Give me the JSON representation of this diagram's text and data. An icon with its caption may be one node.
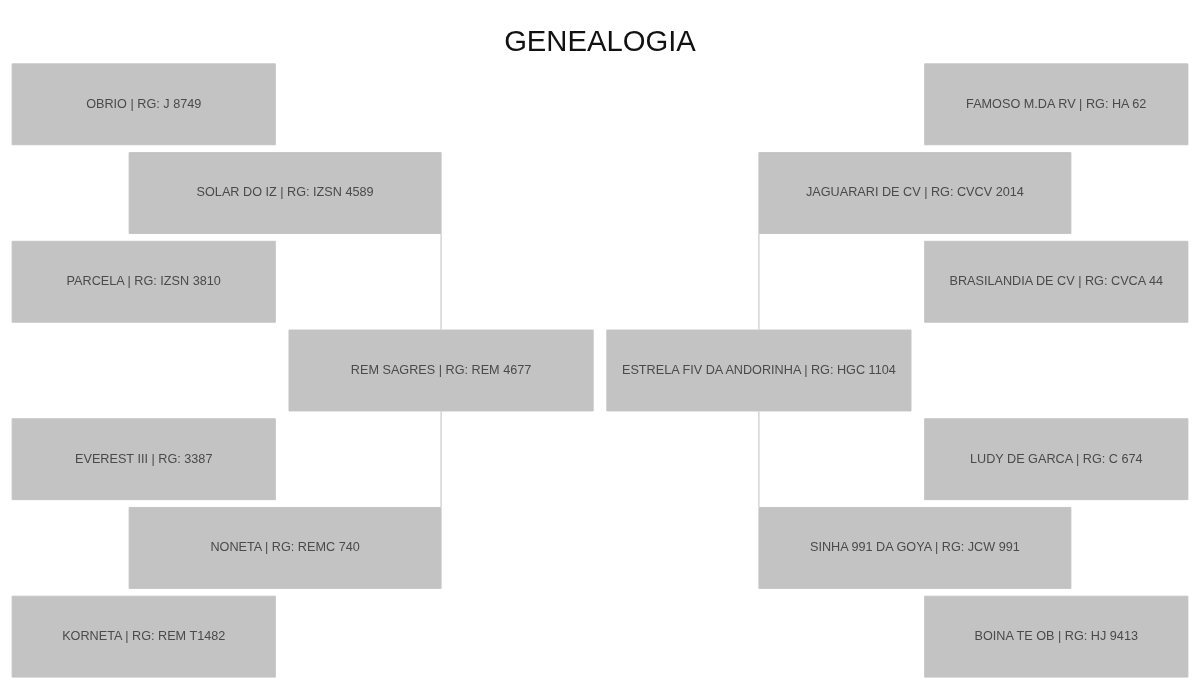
{
  "diagram": {
    "title": "GENEALOGIA",
    "nodes": [
      {
        "text": [
          "OBRIO | RG: J 8749"
        ]
      },
      {
        "text": [
          "FAMOSO M.DA RV | RG: HA 62"
        ]
      },
      {
        "text": [
          "SOLAR DO IZ | RG: IZSN 4589"
        ]
      },
      {
        "text": [
          "JAGUARARI DE CV | RG: CVCV 2014"
        ]
      },
      {
        "text": [
          "PARCELA | RG: IZSN 3810"
        ]
      },
      {
        "text": [
          "BRASILANDIA DE CV | RG: CVCA 44"
        ]
      },
      {
        "text": [
          "REM SAGRES | RG: REM 4677"
        ]
      },
      {
        "text": [
          "ESTRELA FIV DA ANDORINHA | RG: HGC 1104"
        ]
      },
      {
        "text": [
          "EVEREST III | RG: 3387"
        ]
      },
      {
        "text": [
          "LUDY DE GARCA | RG: C 674"
        ]
      },
      {
        "text": [
          "NONETA | RG: REMC 740"
        ]
      },
      {
        "text": [
          "SINHA 991 DA GOYA | RG: JCW 991"
        ]
      },
      {
        "text": [
          "KORNETA | RG: REM T1482"
        ]
      },
      {
        "text": [
          "BOINA TE OB | RG: HJ 9413"
        ]
      }
    ],
    "edges": [
      {
        "from": 2,
        "to": 6,
        "arrow": "none"
      },
      {
        "from": 6,
        "to": 10,
        "arrow": "none"
      },
      {
        "from": 3,
        "to": 7,
        "arrow": "none"
      },
      {
        "from": 7,
        "to": 11,
        "arrow": "none"
      }
    ]
  }
}
